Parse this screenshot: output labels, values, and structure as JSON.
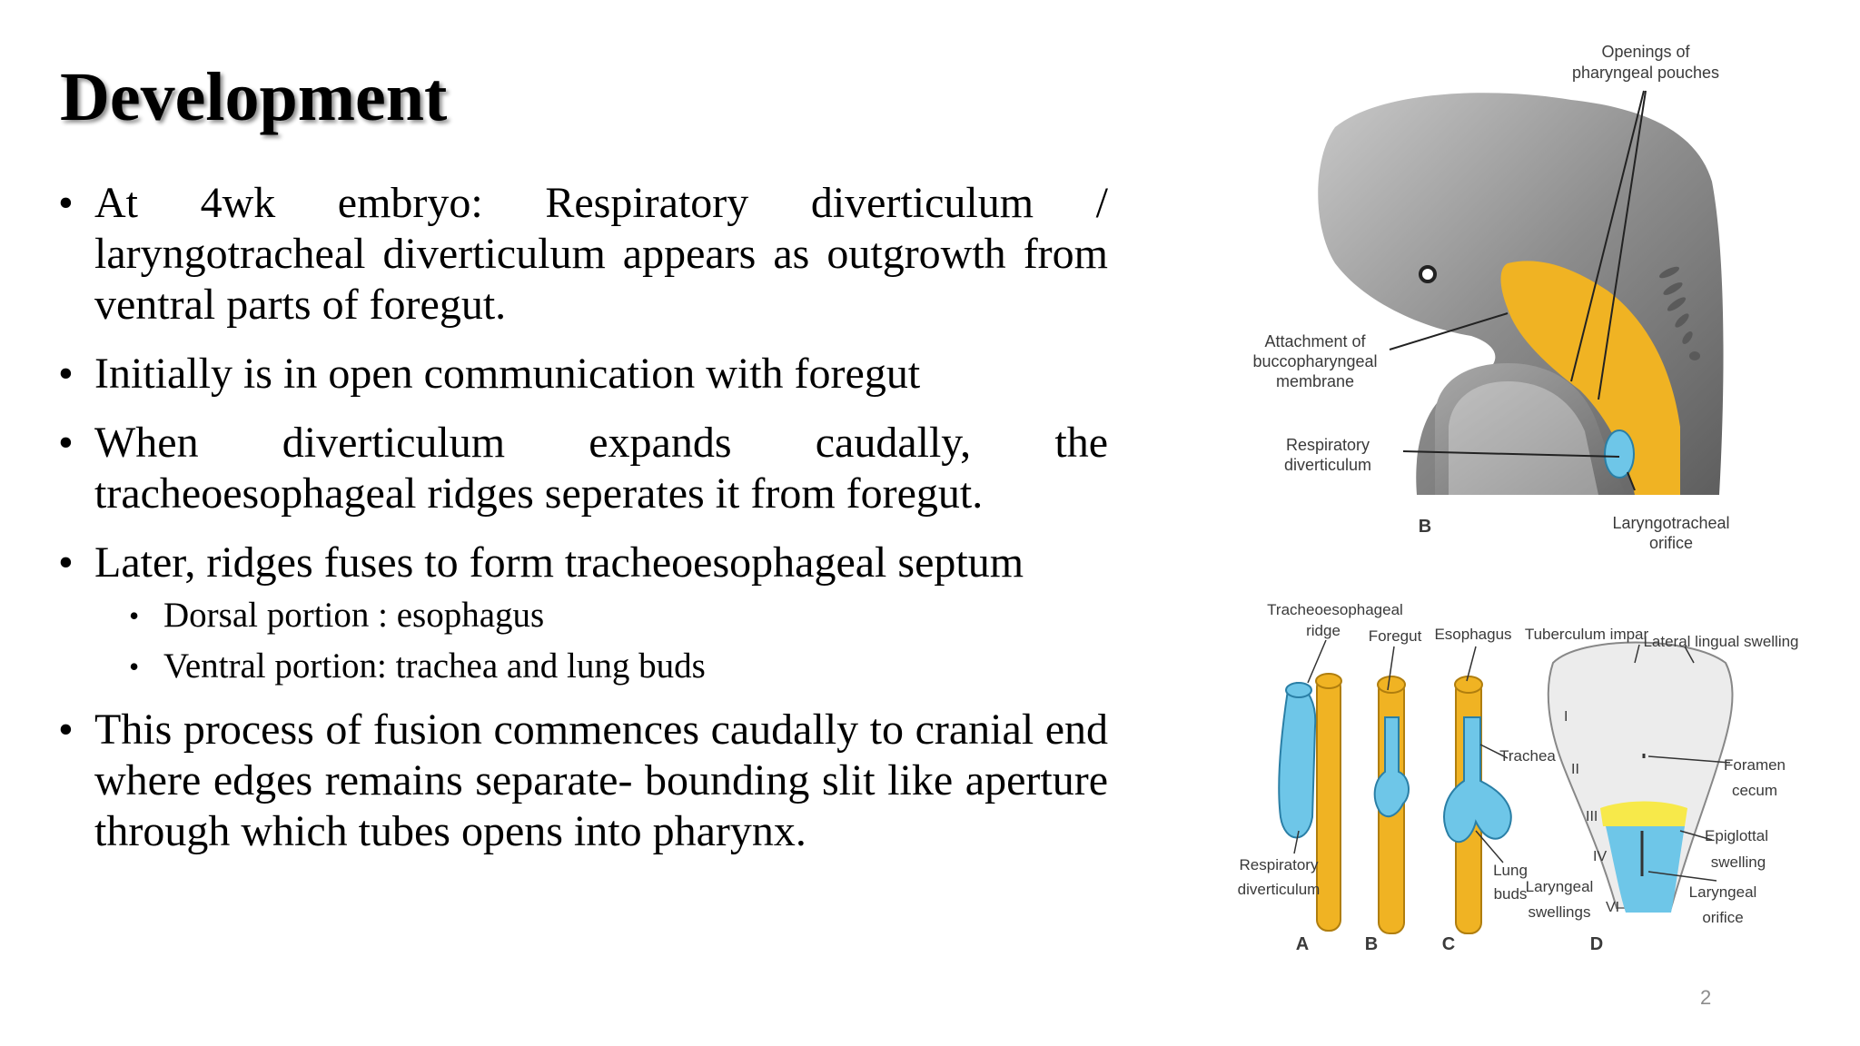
{
  "slide": {
    "title": "Development",
    "page_number": "2"
  },
  "bullets": [
    {
      "level": 1,
      "text": "At 4wk embryo: Respiratory diverticulum / laryngotracheal diverticulum appears as outgrowth from ventral parts of foregut."
    },
    {
      "level": 1,
      "text": "Initially is in  open communication with foregut"
    },
    {
      "level": 1,
      "text": "When diverticulum expands caudally, the tracheoesophageal ridges seperates it from foregut."
    },
    {
      "level": 1,
      "text": "Later, ridges fuses to form tracheoesophageal septum"
    },
    {
      "level": 2,
      "text": "Dorsal portion : esophagus"
    },
    {
      "level": 2,
      "text": "Ventral portion: trachea and lung buds"
    },
    {
      "level": 1,
      "text": "This process of fusion commences caudally to cranial end where edges remains separate- bounding slit like aperture through which tubes opens into pharynx."
    }
  ],
  "figure_top": {
    "labels": {
      "openings_1": "Openings of",
      "openings_2": "pharyngeal pouches",
      "attach_1": "Attachment of",
      "attach_2": "buccopharyngeal",
      "attach_3": "membrane",
      "resp_1": "Respiratory",
      "resp_2": "diverticulum",
      "panel": "B",
      "laryn_1": "Laryngotracheal",
      "laryn_2": "orifice"
    }
  },
  "figure_bottom": {
    "labels": {
      "te_1": "Tracheoesophageal",
      "te_2": "ridge",
      "foregut": "Foregut",
      "esophagus": "Esophagus",
      "tuberculum": "Tuberculum impar",
      "lateral": "Lateral lingual swelling",
      "trachea": "Trachea",
      "foramen_1": "Foramen",
      "foramen_2": "cecum",
      "epi_1": "Epiglottal",
      "epi_2": "swelling",
      "resp_1": "Respiratory",
      "resp_2": "diverticulum",
      "lung_1": "Lung",
      "lung_2": "buds",
      "lswell_1": "Laryngeal",
      "lswell_2": "swellings",
      "lorif_1": "Laryngeal",
      "lorif_2": "orifice",
      "n1": "I",
      "n2": "II",
      "n3": "III",
      "n4": "IV",
      "n6": "VI",
      "pA": "A",
      "pB": "B",
      "pC": "C",
      "pD": "D"
    }
  },
  "colors": {
    "yellow": "#f0b323",
    "blue": "#6ec6e8",
    "gray": "#8a8a8a"
  }
}
